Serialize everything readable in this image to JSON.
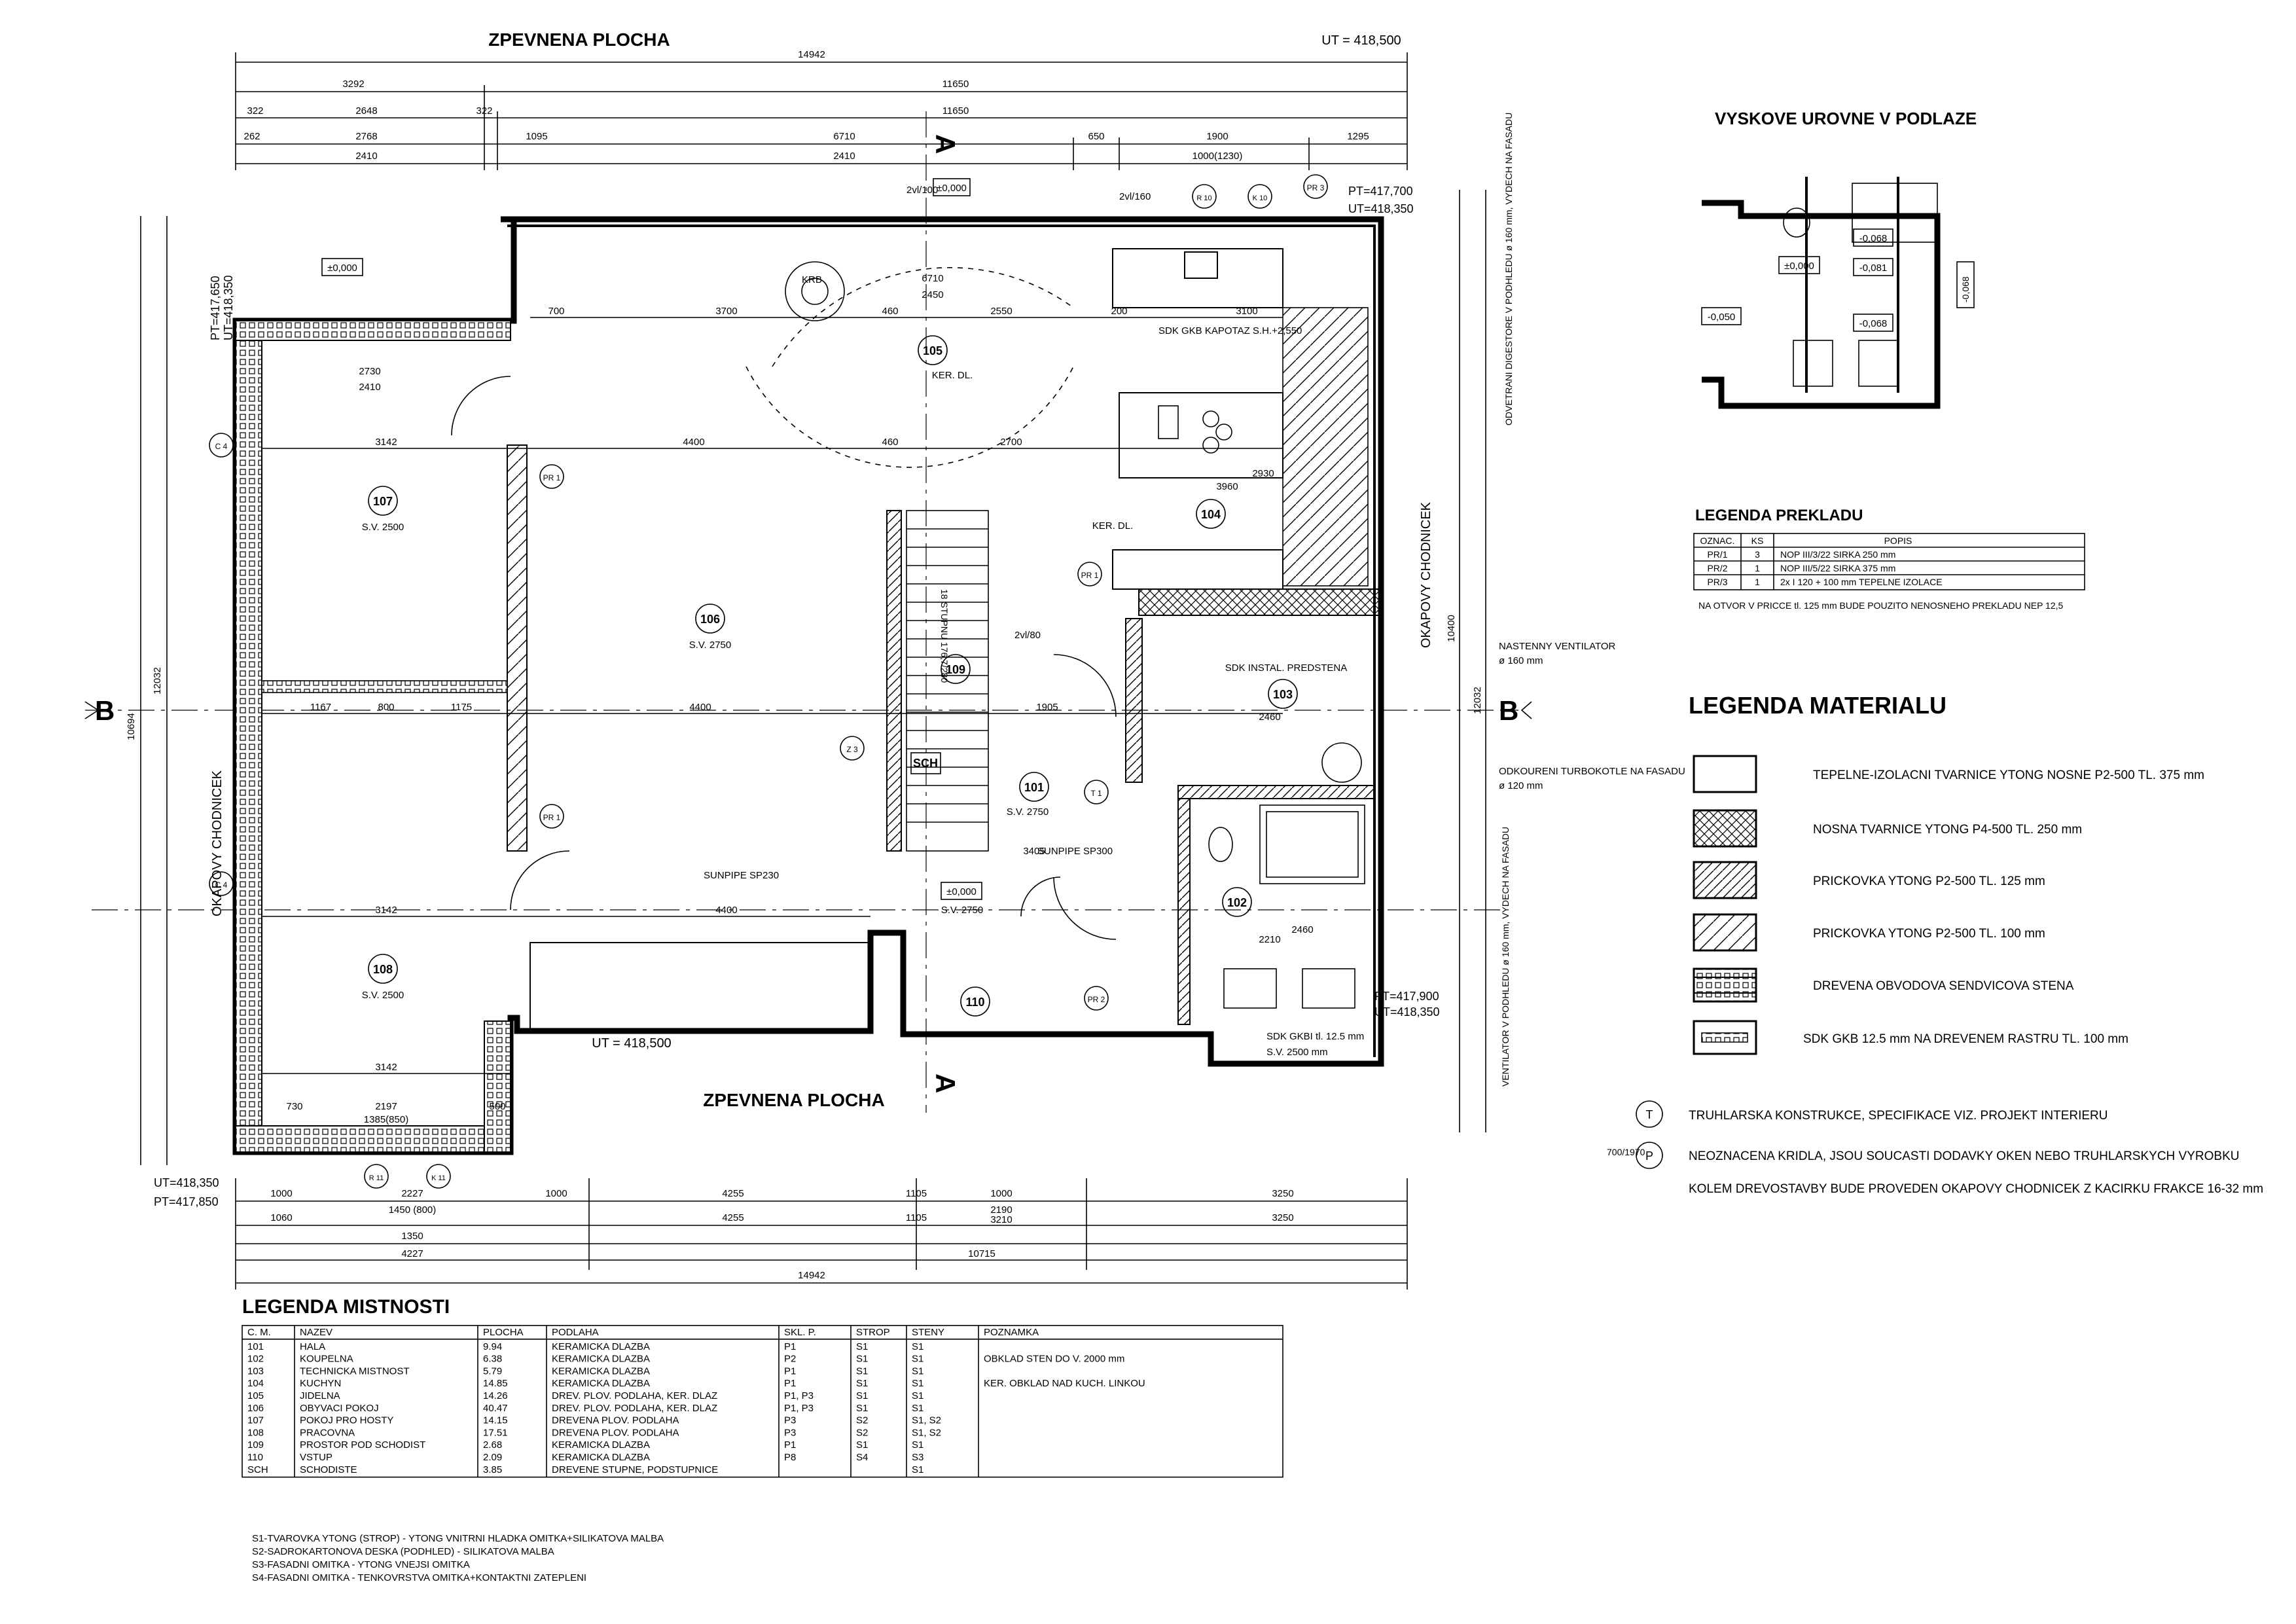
{
  "site": {
    "top_surface": "ZPEVNENA PLOCHA",
    "bottom_surface": "ZPEVNENA PLOCHA",
    "ut_top": "UT = 418,500",
    "ut_bottom": "UT = 418,500",
    "pt_left": "PT=417,650",
    "ut_left": "UT=418,350",
    "pt_topright": "PT=417,700",
    "ut_topright": "UT=418,350",
    "pt_right": "PT=417,900",
    "ut_right": "UT=418,350",
    "ut_bottomleft": "UT=418,350",
    "pt_bottomleft": "PT=417,850",
    "zero_level": "±0,000",
    "gutter_left": "OKAPOVY CHODNICEK",
    "gutter_right": "OKAPOVY CHODNICEK",
    "section_a": "A",
    "section_b": "B"
  },
  "rooms": [
    {
      "no": "107",
      "sv": "S.V. 2500"
    },
    {
      "no": "108",
      "sv": "S.V. 2500"
    },
    {
      "no": "106",
      "sv": "S.V. 2750"
    },
    {
      "no": "105",
      "sv": "KER. DL."
    },
    {
      "no": "104",
      "sv": "KER. DL."
    },
    {
      "no": "103",
      "sv": "SDK INSTAL. PREDSTENA"
    },
    {
      "no": "109",
      "sv": ""
    },
    {
      "no": "101",
      "sv": "S.V. 2750"
    },
    {
      "no": "102",
      "sv": ""
    },
    {
      "no": "110",
      "sv": ""
    },
    {
      "no": "SCH",
      "sv": ""
    }
  ],
  "dims": {
    "top_total": "14942",
    "top_row2": [
      "3292",
      "11650"
    ],
    "top_row3": [
      "322",
      "2648",
      "322",
      "11650"
    ],
    "top_row4": [
      "262",
      "2768",
      "1095",
      "6710",
      "650",
      "1900",
      "1295"
    ],
    "top_row5": [
      "2410",
      "2410",
      "1000(1230)"
    ],
    "bottom_row1": [
      "1000",
      "2227",
      "1000",
      "4255",
      "1105",
      "1000",
      "3250"
    ],
    "bottom_row2": [
      "1060",
      "1450 (800)",
      "4255",
      "1105",
      "2190",
      "3250"
    ],
    "bottom_row3": [
      "1350",
      "3210"
    ],
    "bottom_row4": [
      "4227",
      "10715"
    ],
    "bottom_total": "14942",
    "left_total": "10694",
    "left_total2": "12032",
    "right_total": "10400",
    "right_total2": "12032",
    "inner": [
      "700",
      "3700",
      "460",
      "2550",
      "200",
      "3100",
      "4400",
      "460",
      "2700",
      "3142",
      "2730",
      "2410",
      "1167",
      "800",
      "1175",
      "4400",
      "1905",
      "3405",
      "4400",
      "3142",
      "3142",
      "2197",
      "1385(850)",
      "730",
      "500",
      "2460",
      "2460",
      "2210",
      "6710",
      "2450",
      "3960",
      "2930"
    ]
  },
  "labels": {
    "kotel": "KRB",
    "kapota": "SDK GKB KAPOTAZ S.H.+2,550",
    "sunpipe1": "SUNPIPE SP230",
    "sunpipe2": "SUNPIPE SP300",
    "sdk_gkb": "SDK GKBI tl. 12.5 mm",
    "sdk_sv": "S.V. 2500 mm",
    "vent_wall": "NASTENNY VENTILATOR",
    "vent_wall_d": "ø 160 mm",
    "turbo": "ODKOURENI TURBOKOTLE NA FASADU",
    "turbo_d": "ø 120 mm",
    "digester": "ODVETRANI DIGESTORE V PODHLEDU ø 160 mm, VYDECH NA FASADU",
    "vent_ceiling": "VENTILATOR V PODHLEDU ø 160 mm, VYDECH NA FASADU",
    "room101_level": "±0,000",
    "room101_sv": "S.V. 2750",
    "stairs": "18 STUPNU 176,7/280",
    "door_2vl": "2vl/100",
    "door_2vl2": "2vl/160",
    "door_2vl3": "2vl/80",
    "pr1": "PR 1",
    "pr2": "PR 2",
    "pr3": "PR 3",
    "c4": "C 4",
    "z3": "Z 3",
    "t1": "T 1",
    "r10": "R 10",
    "k10": "K 10",
    "r11": "R 11",
    "k11": "K 11"
  },
  "levels_panel": {
    "title": "VYSKOVE UROVNE V PODLAZE",
    "values": [
      "-0,068",
      "±0,000",
      "-0,081",
      "-0,068",
      "-0,050",
      "-0,068"
    ]
  },
  "lintels": {
    "title": "LEGENDA PREKLADU",
    "headers": [
      "OZNAC.",
      "KS",
      "POPIS"
    ],
    "rows": [
      [
        "PR/1",
        "3",
        "NOP III/3/22 SIRKA 250 mm"
      ],
      [
        "PR/2",
        "1",
        "NOP III/5/22 SIRKA 375 mm"
      ],
      [
        "PR/3",
        "1",
        "2x I 120 + 100 mm TEPELNE IZOLACE"
      ]
    ],
    "note": "NA OTVOR V PRICCE tl. 125 mm BUDE POUZITO NENOSNEHO PREKLADU NEP 12,5"
  },
  "materials": {
    "title": "LEGENDA MATERIALU",
    "items": [
      "TEPELNE-IZOLACNI TVARNICE YTONG NOSNE P2-500 TL. 375 mm",
      "NOSNA TVARNICE YTONG P4-500 TL. 250 mm",
      "PRICKOVKA YTONG P2-500 TL. 125 mm",
      "PRICKOVKA YTONG P2-500 TL. 100 mm",
      "DREVENA OBVODOVA SENDVICOVA STENA",
      "SDK GKB 12.5 mm NA DREVENEM RASTRU TL. 100 mm"
    ],
    "notes": [
      "TRUHLARSKA KONSTRUKCE, SPECIFIKACE VIZ. PROJEKT INTERIERU",
      "NEOZNACENA KRIDLA, JSOU SOUCASTI DODAVKY OKEN NEBO TRUHLARSKYCH VYROBKU",
      "KOLEM DREVOSTAVBY BUDE PROVEDEN OKAPOVY CHODNICEK Z KACIRKU FRAKCE 16-32 mm"
    ],
    "symbol_t": "T",
    "symbol_p": "P",
    "symbol_door": "700/1970"
  },
  "room_legend": {
    "title": "LEGENDA MISTNOSTI",
    "headers": [
      "C. M.",
      "NAZEV",
      "PLOCHA",
      "PODLAHA",
      "SKL. P.",
      "STROP",
      "STENY",
      "POZNAMKA"
    ],
    "rows": [
      [
        "101",
        "HALA",
        "9.94",
        "KERAMICKA DLAZBA",
        "P1",
        "S1",
        "S1",
        ""
      ],
      [
        "102",
        "KOUPELNA",
        "6.38",
        "KERAMICKA DLAZBA",
        "P2",
        "S1",
        "S1",
        "OBKLAD STEN DO V. 2000 mm"
      ],
      [
        "103",
        "TECHNICKA MISTNOST",
        "5.79",
        "KERAMICKA DLAZBA",
        "P1",
        "S1",
        "S1",
        ""
      ],
      [
        "104",
        "KUCHYN",
        "14.85",
        "KERAMICKA DLAZBA",
        "P1",
        "S1",
        "S1",
        "KER. OBKLAD NAD KUCH. LINKOU"
      ],
      [
        "105",
        "JIDELNA",
        "14.26",
        "DREV. PLOV. PODLAHA, KER. DLAZ",
        "P1, P3",
        "S1",
        "S1",
        ""
      ],
      [
        "106",
        "OBYVACI POKOJ",
        "40.47",
        "DREV. PLOV. PODLAHA, KER. DLAZ",
        "P1, P3",
        "S1",
        "S1",
        ""
      ],
      [
        "107",
        "POKOJ PRO HOSTY",
        "14.15",
        "DREVENA PLOV. PODLAHA",
        "P3",
        "S2",
        "S1, S2",
        ""
      ],
      [
        "108",
        "PRACOVNA",
        "17.51",
        "DREVENA PLOV. PODLAHA",
        "P3",
        "S2",
        "S1, S2",
        ""
      ],
      [
        "109",
        "PROSTOR POD SCHODIST",
        "2.68",
        "KERAMICKA DLAZBA",
        "P1",
        "S1",
        "S1",
        ""
      ],
      [
        "110",
        "VSTUP",
        "2.09",
        "KERAMICKA DLAZBA",
        "P8",
        "S4",
        "S3",
        ""
      ],
      [
        "SCH",
        "SCHODISTE",
        "3.85",
        "DREVENE STUPNE, PODSTUPNICE",
        "",
        "",
        "S1",
        ""
      ]
    ],
    "notes": [
      "S1-TVAROVKA YTONG (STROP) - YTONG VNITRNI HLADKA OMITKA+SILIKATOVA MALBA",
      "S2-SADROKARTONOVA DESKA (PODHLED) - SILIKATOVA MALBA",
      "S3-FASADNI OMITKA - YTONG VNEJSI OMITKA",
      "S4-FASADNI OMITKA - TENKOVRSTVA OMITKA+KONTAKTNI ZATEPLENI"
    ]
  }
}
